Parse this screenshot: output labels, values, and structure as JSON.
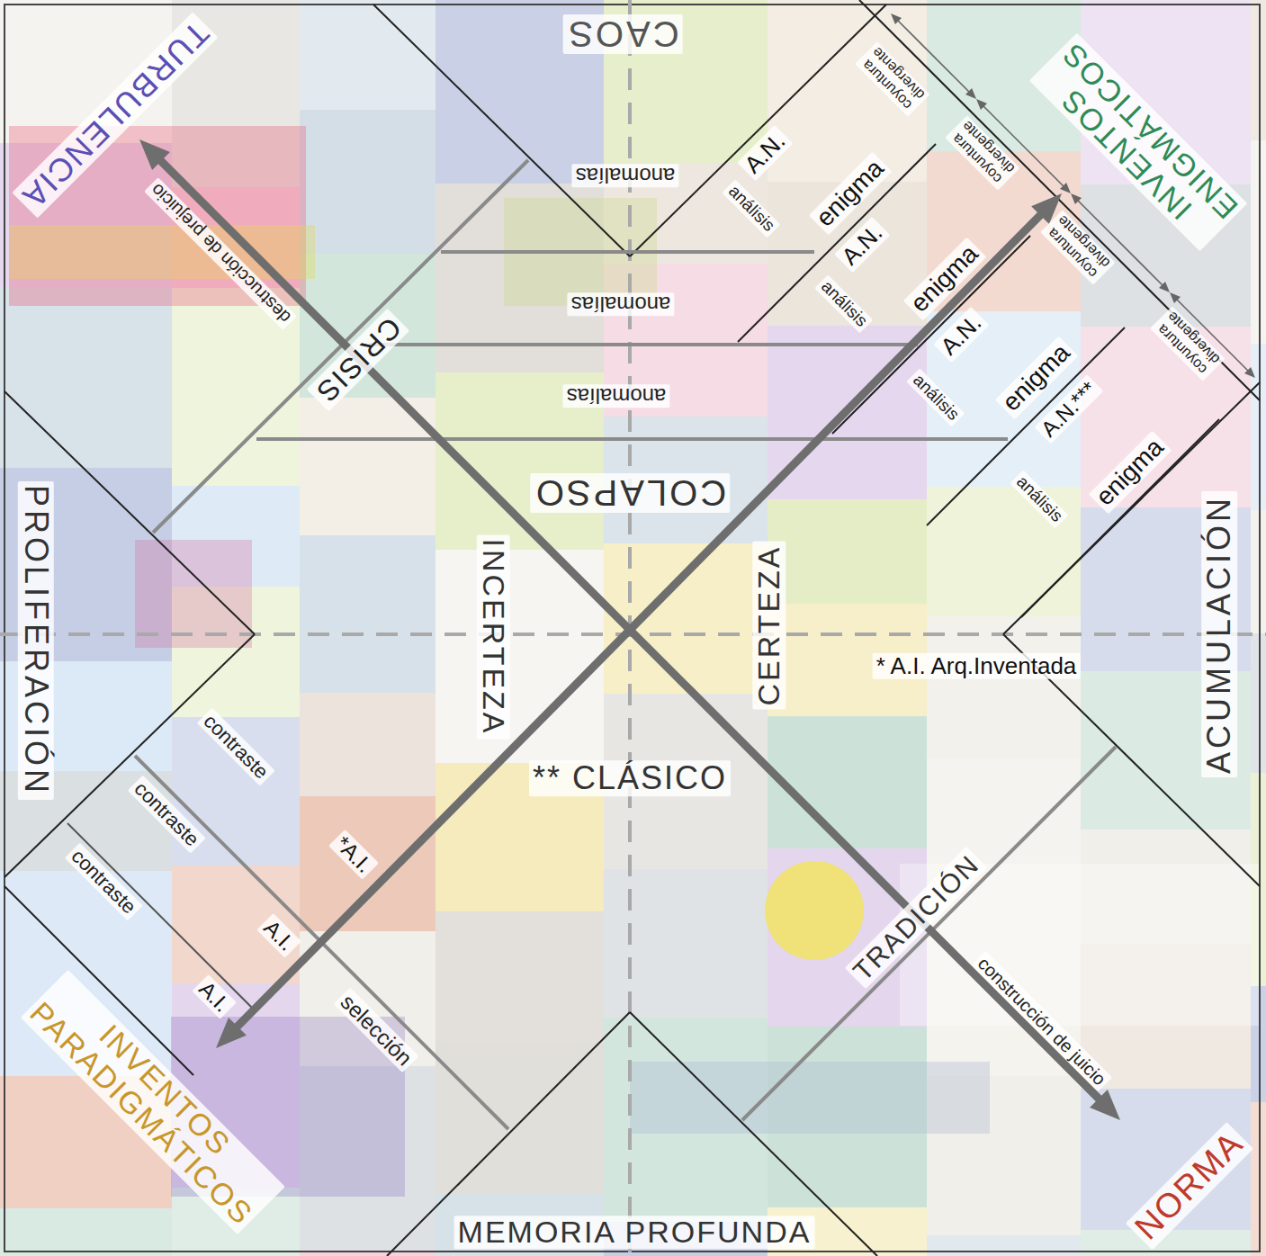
{
  "diagram": {
    "labels": [
      "CAOS",
      "TURBULENCIA",
      "INVENTOS ENIGMÁTICOS",
      "coyuntura divergente",
      "coyuntura divergente",
      "coyuntura divergente",
      "coyuntura divergente",
      "destrucción de prejuicio",
      "anomalías",
      "A.N.",
      "análisis",
      "enigma",
      "A.N.",
      "análisis",
      "enigma",
      "anomalías",
      "CRISIS",
      "A.N.",
      "análisis",
      "enigma",
      "anomalías",
      "A.N.***",
      "análisis",
      "enigma",
      "COLAPSO",
      "PROLIFERACIÓN",
      "INCERTEZA",
      "CERTEZA",
      "ACUMULACIÓN",
      "* A.I. Arq.Inventada",
      "** CLÁSICO",
      "contraste",
      "contraste",
      "*A.I.",
      "contraste",
      "A.I.",
      "TRADICIÓN",
      "construcción de juicio",
      "A.I.",
      "selección",
      "INVENTOS PARADIGMÁTICOS",
      "MEMORIA PROFUNDA",
      "NORMA"
    ]
  }
}
